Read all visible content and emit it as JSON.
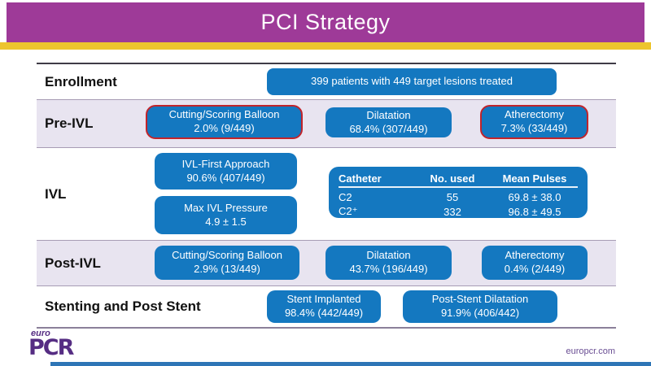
{
  "colors": {
    "header_purple": "#9e3a98",
    "gold_strip": "#edc52e",
    "box_blue": "#1478c0",
    "highlight_red_border": "#c1242b",
    "row_lavender": "#e8e4f0",
    "brand_purple": "#562d83",
    "footer_bar_blue": "#2e75b6"
  },
  "header": {
    "title": "PCI Strategy"
  },
  "rows": {
    "enrollment": {
      "label": "Enrollment",
      "box": {
        "text": "399 patients with 449 target lesions treated"
      }
    },
    "pre_ivl": {
      "label": "Pre-IVL",
      "boxes": [
        {
          "title": "Cutting/Scoring Balloon",
          "value": "2.0% (9/449)",
          "highlighted": true
        },
        {
          "title": "Dilatation",
          "value": "68.4% (307/449)",
          "highlighted": false
        },
        {
          "title": "Atherectomy",
          "value": "7.3% (33/449)",
          "highlighted": true
        }
      ]
    },
    "ivl": {
      "label": "IVL",
      "boxes": [
        {
          "title": "IVL-First Approach",
          "value": "90.6% (407/449)"
        },
        {
          "title": "Max IVL Pressure",
          "value": "4.9 ± 1.5"
        }
      ],
      "catheter_table": {
        "headers": [
          "Catheter",
          "No. used",
          "Mean Pulses"
        ],
        "rows": [
          [
            "C2",
            "55",
            "69.8 ± 38.0"
          ],
          [
            "C2⁺",
            "332",
            "96.8 ± 49.5"
          ]
        ]
      }
    },
    "post_ivl": {
      "label": "Post-IVL",
      "boxes": [
        {
          "title": "Cutting/Scoring Balloon",
          "value": "2.9% (13/449)"
        },
        {
          "title": "Dilatation",
          "value": "43.7% (196/449)"
        },
        {
          "title": "Atherectomy",
          "value": "0.4% (2/449)"
        }
      ]
    },
    "stenting": {
      "label": "Stenting and Post Stent",
      "boxes": [
        {
          "title": "Stent Implanted",
          "value": "98.4% (442/449)"
        },
        {
          "title": "Post-Stent Dilatation",
          "value": "91.9% (406/442)"
        }
      ]
    }
  },
  "footer": {
    "logo_top": "euro",
    "logo_main": "PCR",
    "website": "europcr.com"
  }
}
